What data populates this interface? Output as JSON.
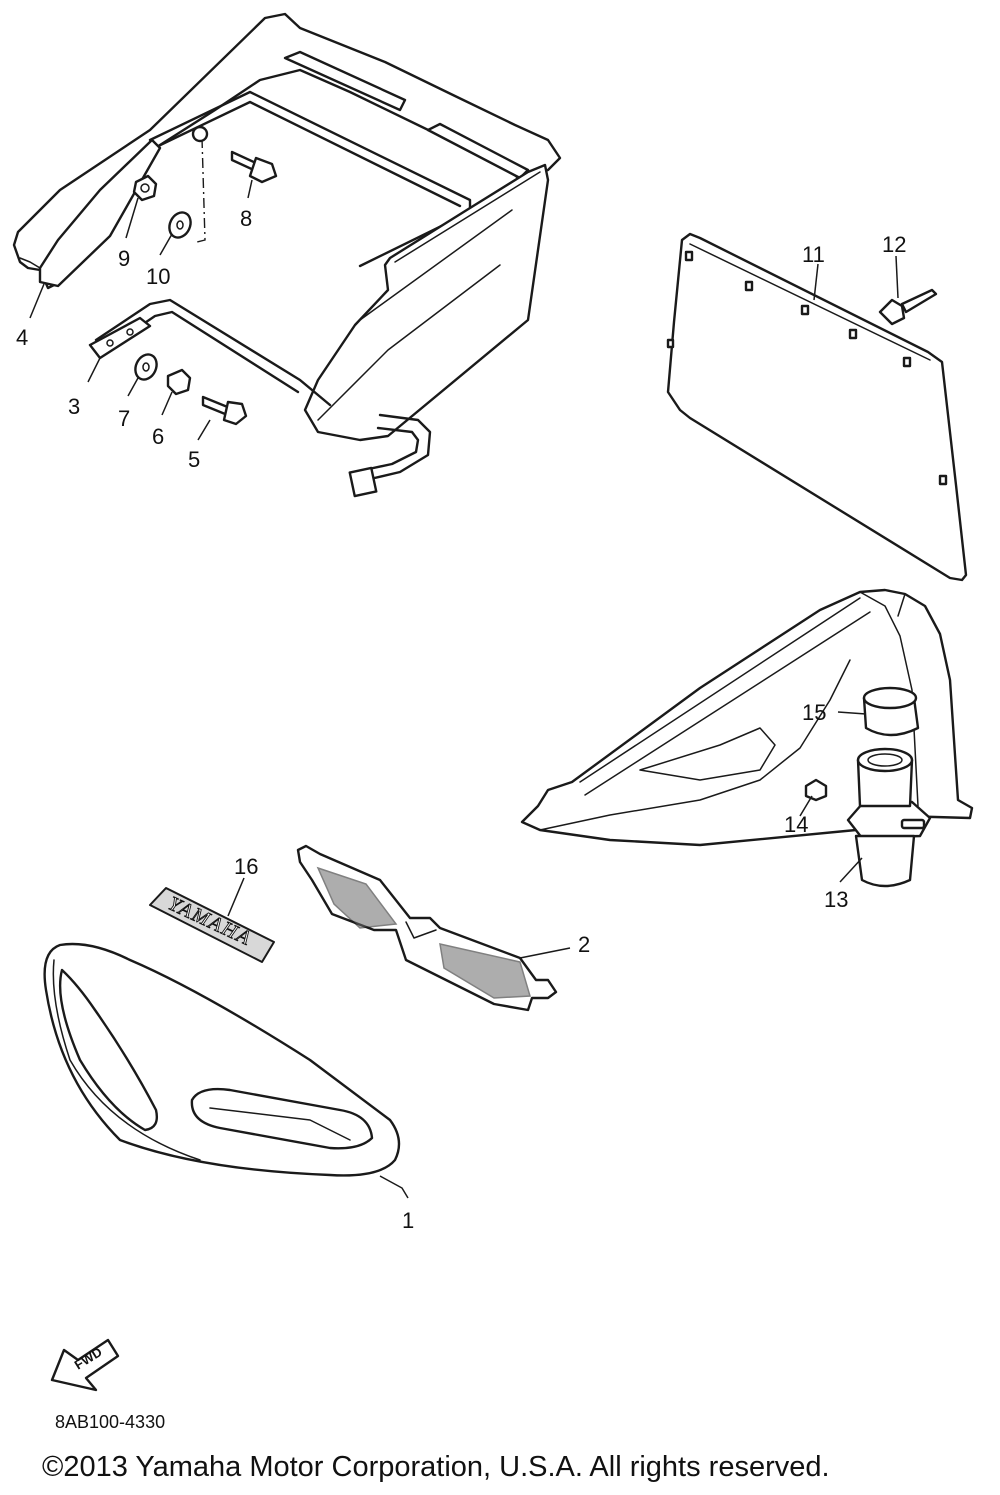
{
  "callouts": [
    {
      "id": "1",
      "label": "1"
    },
    {
      "id": "2",
      "label": "2"
    },
    {
      "id": "3",
      "label": "3"
    },
    {
      "id": "4",
      "label": "4"
    },
    {
      "id": "5",
      "label": "5"
    },
    {
      "id": "6",
      "label": "6"
    },
    {
      "id": "7",
      "label": "7"
    },
    {
      "id": "8",
      "label": "8"
    },
    {
      "id": "9",
      "label": "9"
    },
    {
      "id": "10",
      "label": "10"
    },
    {
      "id": "11",
      "label": "11"
    },
    {
      "id": "12",
      "label": "12"
    },
    {
      "id": "13",
      "label": "13"
    },
    {
      "id": "14",
      "label": "14"
    },
    {
      "id": "15",
      "label": "15"
    },
    {
      "id": "16",
      "label": "16"
    }
  ],
  "decal_text": "YAMAHA",
  "fwd_label": "FWD",
  "diagram_code": "8AB100-4330",
  "copyright": "©2013 Yamaha Motor Corporation, U.S.A. All rights reserved."
}
